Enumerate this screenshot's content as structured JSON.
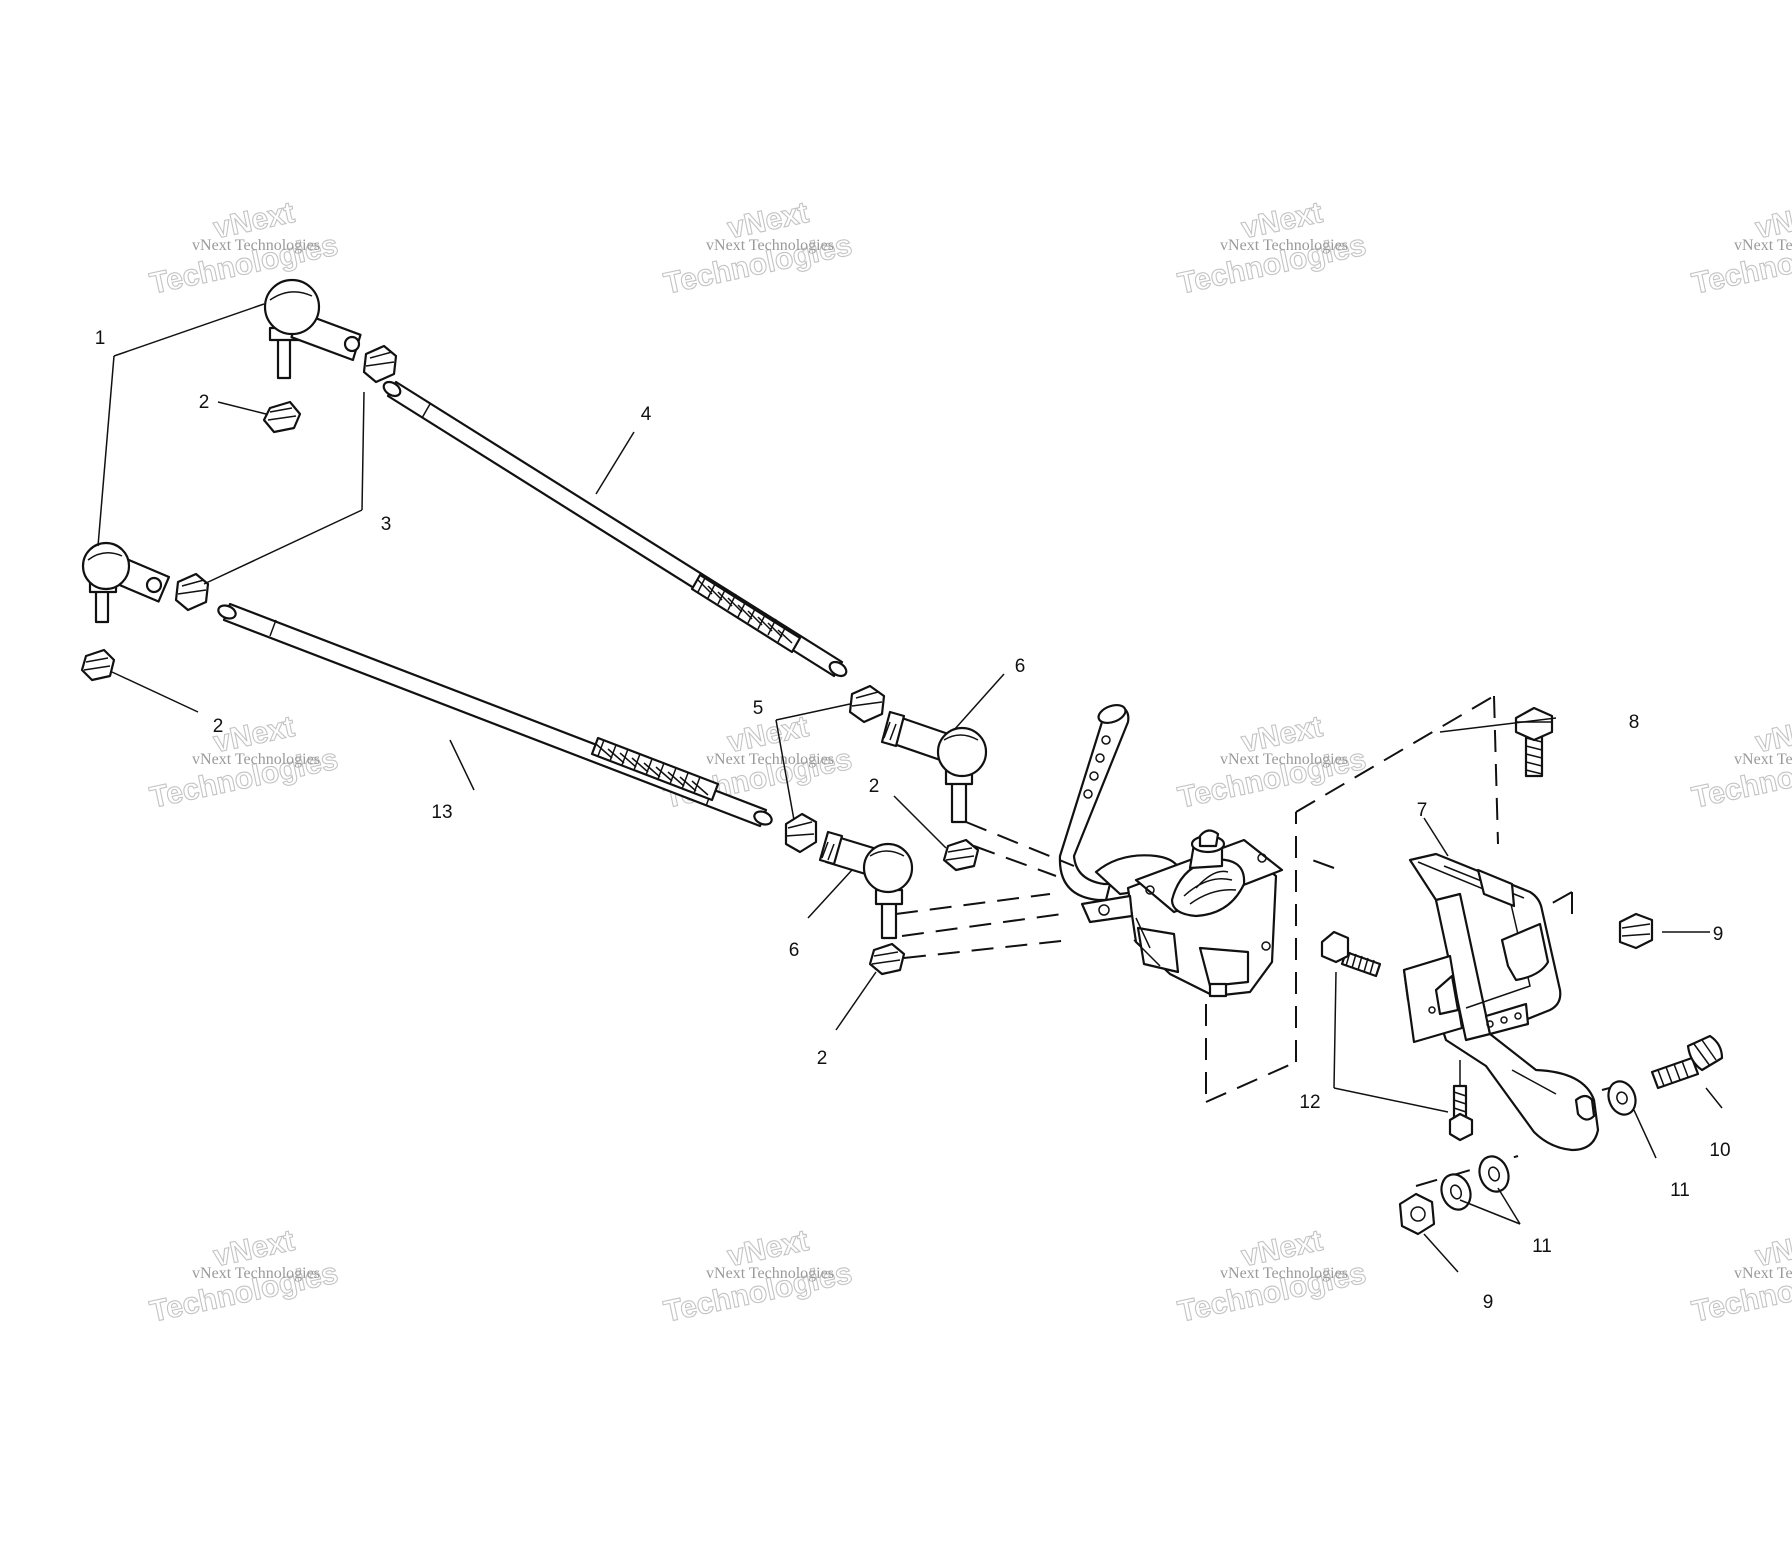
{
  "diagram": {
    "callouts": {
      "c1": "1",
      "c2a": "2",
      "c2b": "2",
      "c2c": "2",
      "c2d": "2",
      "c3": "3",
      "c4": "4",
      "c5": "5",
      "c6a": "6",
      "c6b": "6",
      "c7": "7",
      "c8": "8",
      "c9a": "9",
      "c9b": "9",
      "c10": "10",
      "c11a": "11",
      "c11b": "11",
      "c12": "12",
      "c13": "13"
    },
    "watermark": {
      "line_small": "vNext Technologies",
      "line_big_a": "vNext",
      "line_big_b": "Technologies"
    }
  }
}
